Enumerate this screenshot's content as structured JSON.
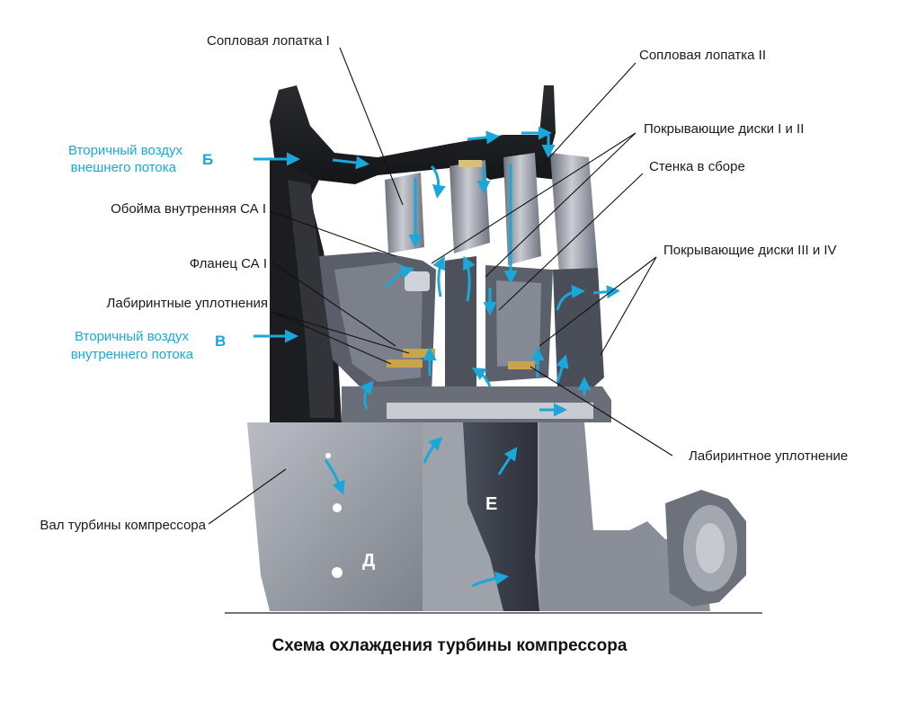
{
  "title": "Схема охлаждения турбины компрессора",
  "labels": {
    "nozzle_vane_1": "Сопловая лопатка I",
    "nozzle_vane_2": "Сопловая лопатка II",
    "cover_discs_1_2": "Покрывающие диски I и II",
    "wall_assembly": "Стенка в сборе",
    "cover_discs_3_4": "Покрывающие диски III и IV",
    "inner_casing_ca1": "Обойма внутренняя СА I",
    "flange_ca1": "Фланец СА I",
    "labyrinth_seals": "Лабиринтные уплотнения",
    "labyrinth_seal": "Лабиринтное уплотнение",
    "compressor_turbine_shaft": "Вал турбины компрессора"
  },
  "air_flows": {
    "outer": {
      "line1": "Вторичный воздух",
      "line2": "внешнего потока",
      "letter": "Б"
    },
    "inner": {
      "line1": "Вторичный воздух",
      "line2": "внутреннего потока",
      "letter": "В"
    }
  },
  "cavity_letters": {
    "d": "Д",
    "e": "Е"
  },
  "colors": {
    "flow_arrow": "#1aa7d9",
    "casing_dark": "#1e1f22",
    "metal_light": "#a8abb2",
    "metal_dark": "#3b3f4a"
  }
}
